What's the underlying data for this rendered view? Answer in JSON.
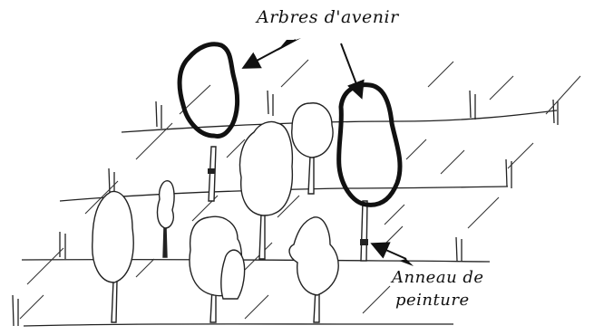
{
  "labels": {
    "future_trees": "Arbres d'avenir",
    "paint_ring_line1": "Anneau de",
    "paint_ring_line2": "peinture"
  },
  "colors": {
    "ink": "#111111",
    "paper": "#ffffff"
  }
}
